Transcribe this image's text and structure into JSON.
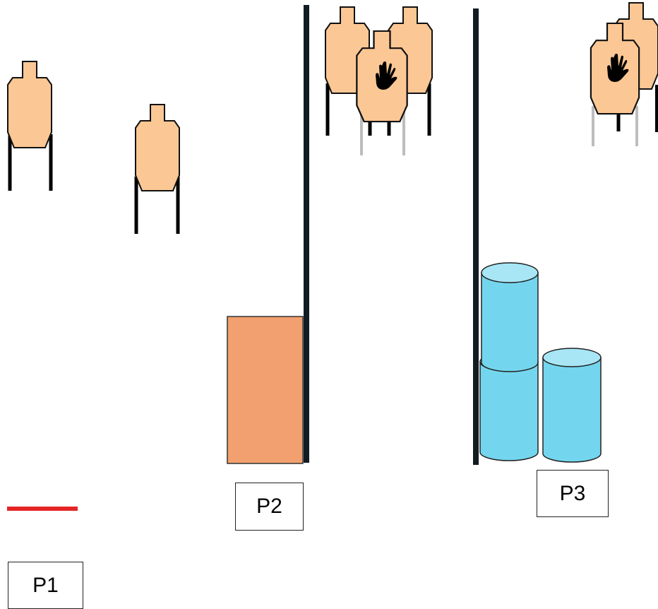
{
  "positions": {
    "p1": "P1",
    "p2": "P2",
    "p3": "P3"
  },
  "colors": {
    "target_fill": "#fbc794",
    "target_outline": "#111111",
    "barricade": "#121d22",
    "box_fill": "#f2a070",
    "barrel_side": "#74d6ee",
    "barrel_top": "#a8e6f6",
    "start_line": "#e42525",
    "support_black": "#000000",
    "support_gray": "#bdbdbd"
  },
  "icons": {
    "no_shoot": "hand-icon"
  }
}
